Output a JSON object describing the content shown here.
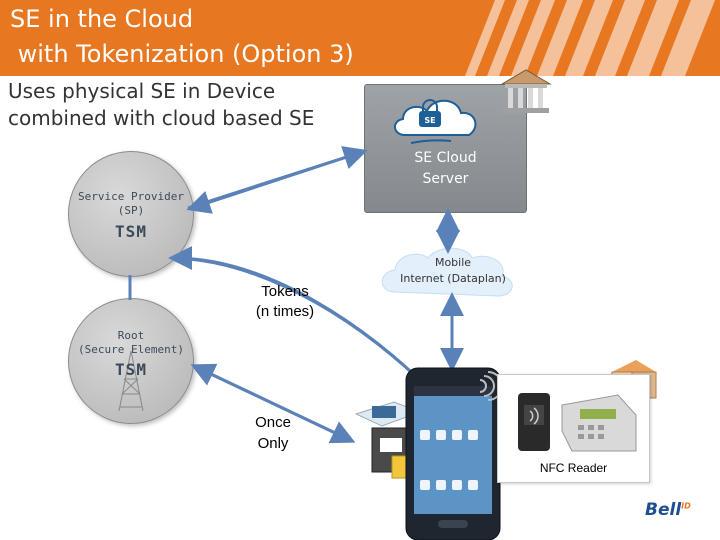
{
  "header": {
    "title_line1": "SE in the Cloud",
    "title_line2": " with Tokenization (Option 3)",
    "subtitle": "Uses physical SE in Device\ncombined with cloud based SE"
  },
  "nodes": {
    "service_provider": {
      "name": "Service Provider\n(SP)",
      "type": "TSM"
    },
    "root": {
      "name": "Root\n(Secure Element)",
      "type": "TSM"
    },
    "se_cloud_server": {
      "label": "SE Cloud\nServer",
      "badge": "SE"
    },
    "mobile_internet": {
      "label": "Mobile\nInternet (Dataplan)"
    },
    "nfc_reader": {
      "label": "NFC Reader"
    }
  },
  "connections": {
    "tokens": "Tokens\n(n times)",
    "once": "Once\nOnly"
  },
  "logo": {
    "text": "Bell",
    "superscript": "ID"
  },
  "colors": {
    "title_bg": "#e87722",
    "arrow": "#5b82b8",
    "server_box": "#969a9e",
    "brand_blue": "#1d4f91"
  },
  "icons": [
    "bank-icon",
    "cloud-lock-icon",
    "antenna-tower-icon",
    "smartphone-icon",
    "sim-chip-icon",
    "nfc-card-reader-icon",
    "store-icon",
    "wireless-signal-icon"
  ]
}
